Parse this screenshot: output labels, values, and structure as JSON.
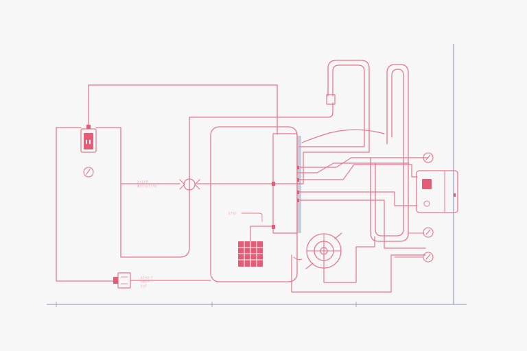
{
  "colors": {
    "line": "#e8768c",
    "line_light": "#f0a3b2",
    "fill": "#e35d78",
    "axis": "#8f92b8",
    "panel_shadow": "#c9ccd9",
    "background": "#f7f7f8"
  },
  "labels": {
    "left_junction": "ᛒᛓᚱᚨᛗ\nᚸᛚᛖᚾᚱᛉᚨᛋᛟ",
    "heater_tag": "ᛒᛉᛒᚨ",
    "bottom_left": "ᛒᚨᛋᛖ ᛉ\nᛋᛗᛉᛜ\nᛒᛟᛉ"
  },
  "icons": [
    "left-fuse-icon",
    "left-gauge-icon",
    "junction-valve-icon",
    "heater-grid-icon",
    "fan-wheel-icon",
    "control-box-icon",
    "bottom-connector-icon",
    "right-gauge-top-icon",
    "right-gauge-middle-icon",
    "right-gauge-bottom-icon"
  ]
}
